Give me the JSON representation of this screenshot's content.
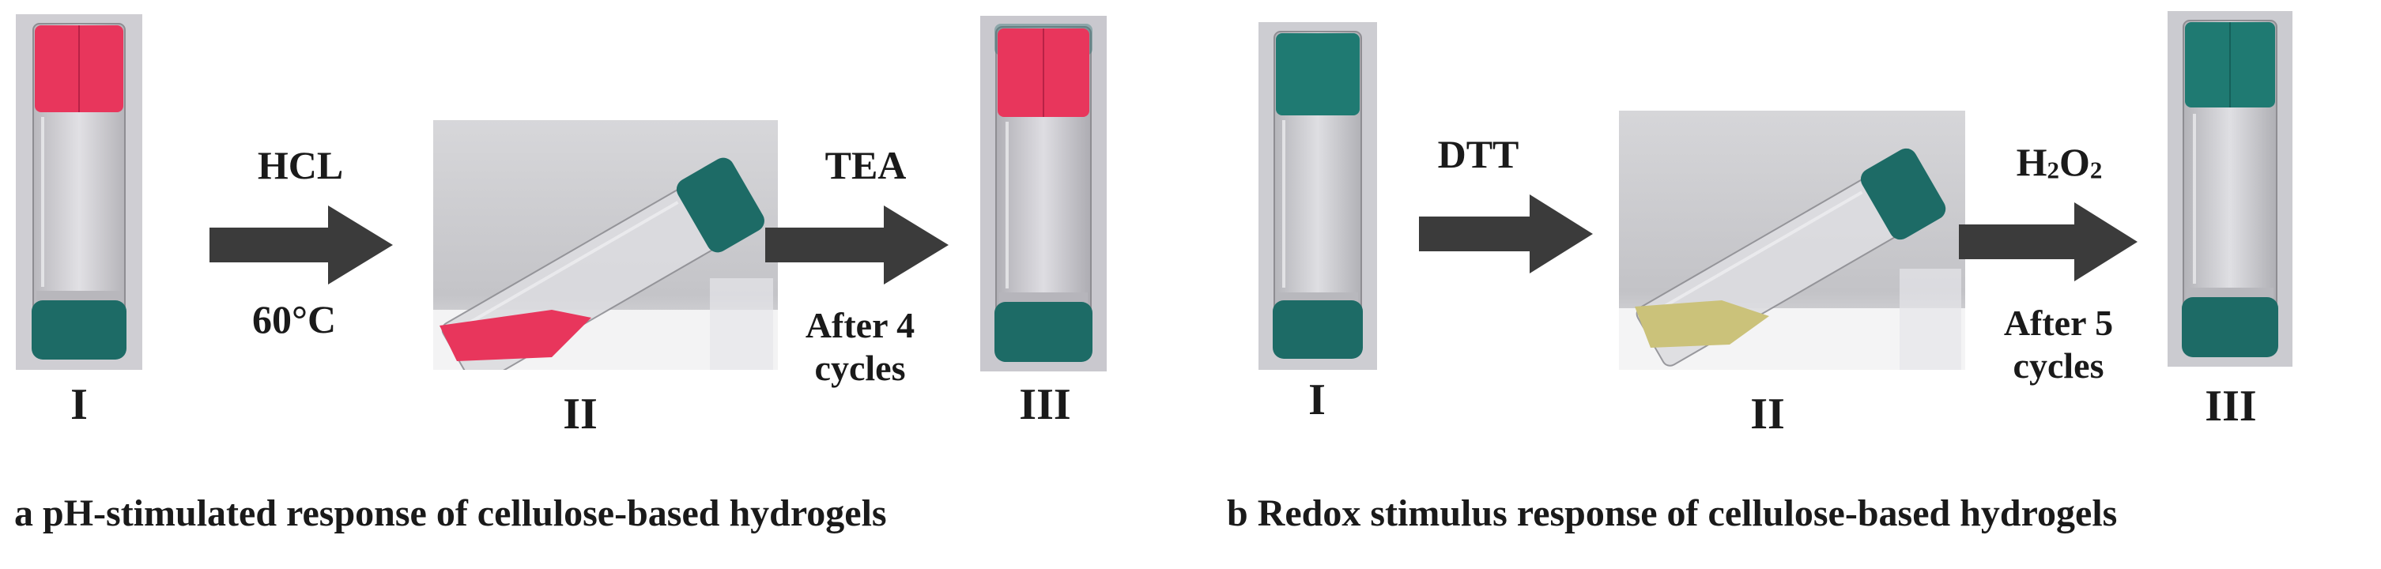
{
  "colors": {
    "gel_red": "#e8365c",
    "gel_teal": "#1f7a72",
    "gel_yellow": "#cbc27a",
    "cap_teal": "#1d6b66",
    "arrow": "#3b3b3b",
    "photo_bg": "#d4d4d6"
  },
  "panel_a": {
    "caption": "a  pH-stimulated response of cellulose-based hydrogels",
    "vial_labels": [
      "I",
      "II",
      "III"
    ],
    "arrow1": {
      "reagent": "HCL",
      "condition": "60°C"
    },
    "arrow2": {
      "reagent": "TEA",
      "condition": "After 4 cycles"
    }
  },
  "panel_b": {
    "caption": "b Redox stimulus response of cellulose-based hydrogels",
    "vial_labels": [
      "I",
      "II",
      "III"
    ],
    "arrow1": {
      "reagent": "DTT"
    },
    "arrow2": {
      "reagent_main": "H",
      "reagent_sub1": "2",
      "reagent_mid": "O",
      "reagent_sub2": "2",
      "condition": "After 5 cycles"
    }
  }
}
